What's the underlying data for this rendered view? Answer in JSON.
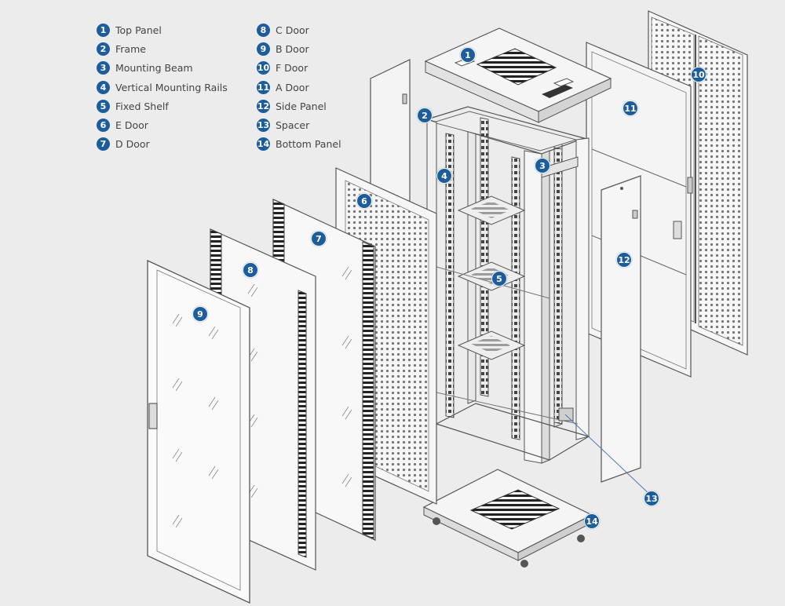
{
  "legend": [
    {
      "num": "1",
      "label": "Top Panel"
    },
    {
      "num": "2",
      "label": "Frame"
    },
    {
      "num": "3",
      "label": "Mounting Beam"
    },
    {
      "num": "4",
      "label": "Vertical Mounting Rails"
    },
    {
      "num": "5",
      "label": "Fixed Shelf"
    },
    {
      "num": "6",
      "label": "E Door"
    },
    {
      "num": "7",
      "label": "D Door"
    },
    {
      "num": "8",
      "label": "C Door"
    },
    {
      "num": "9",
      "label": "B Door"
    },
    {
      "num": "10",
      "label": "F Door"
    },
    {
      "num": "11",
      "label": "A Door"
    },
    {
      "num": "12",
      "label": "Side Panel"
    },
    {
      "num": "13",
      "label": "Spacer"
    },
    {
      "num": "14",
      "label": "Bottom Panel"
    }
  ],
  "colors": {
    "badge": "#1d5d9b",
    "line": "#555555",
    "panel_fill": "#f4f4f4",
    "background": "#ececec"
  }
}
